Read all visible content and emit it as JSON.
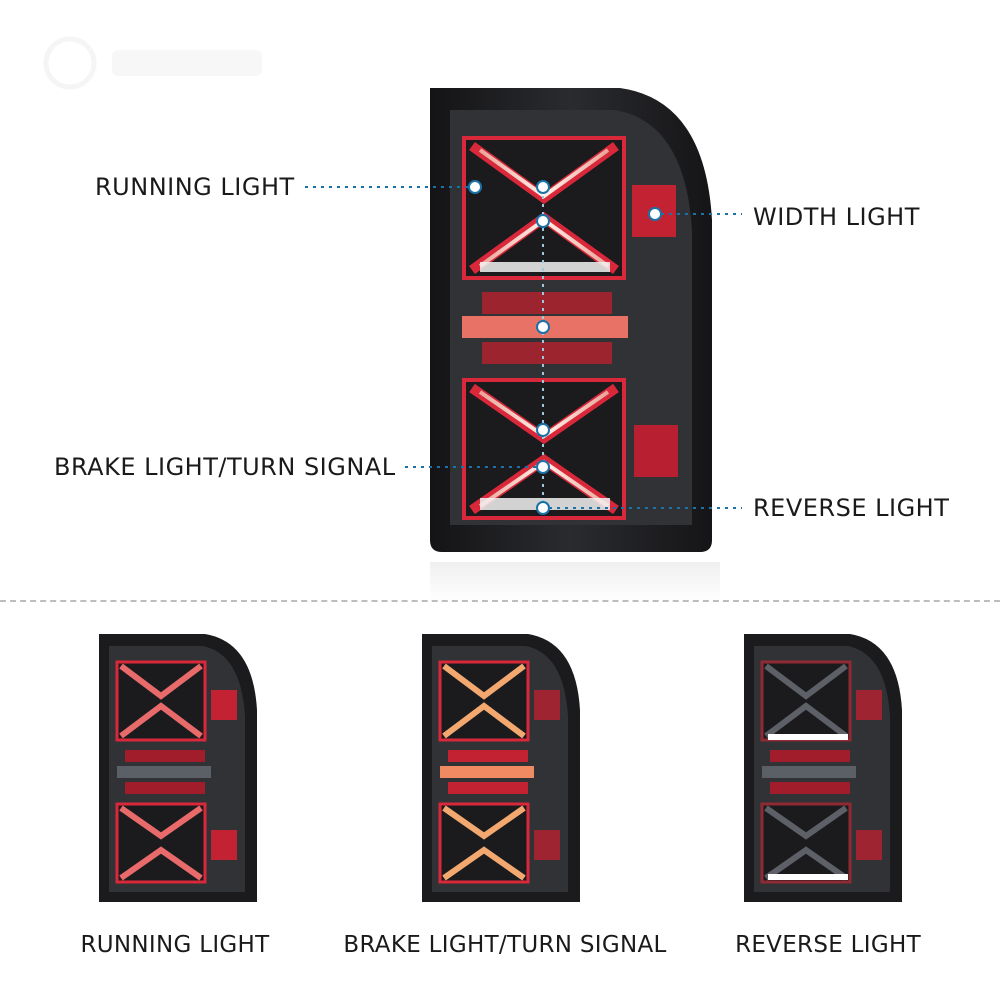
{
  "callouts": {
    "running_light": "RUNNING LIGHT",
    "width_light": "WIDTH LIGHT",
    "brake_turn": "BRAKE LIGHT/TURN SIGNAL",
    "reverse_light": "REVERSE LIGHT"
  },
  "captions": {
    "left": "RUNNING LIGHT",
    "middle": "BRAKE LIGHT/TURN SIGNAL",
    "right": "REVERSE LIGHT"
  },
  "colors": {
    "housing": "#1c1c1f",
    "lens": "#2b2d31",
    "led_red": "#d8283a",
    "led_glow": "#f6c3bc",
    "accent_dot": "#1a73a8",
    "divider": "#bdbdbd"
  }
}
